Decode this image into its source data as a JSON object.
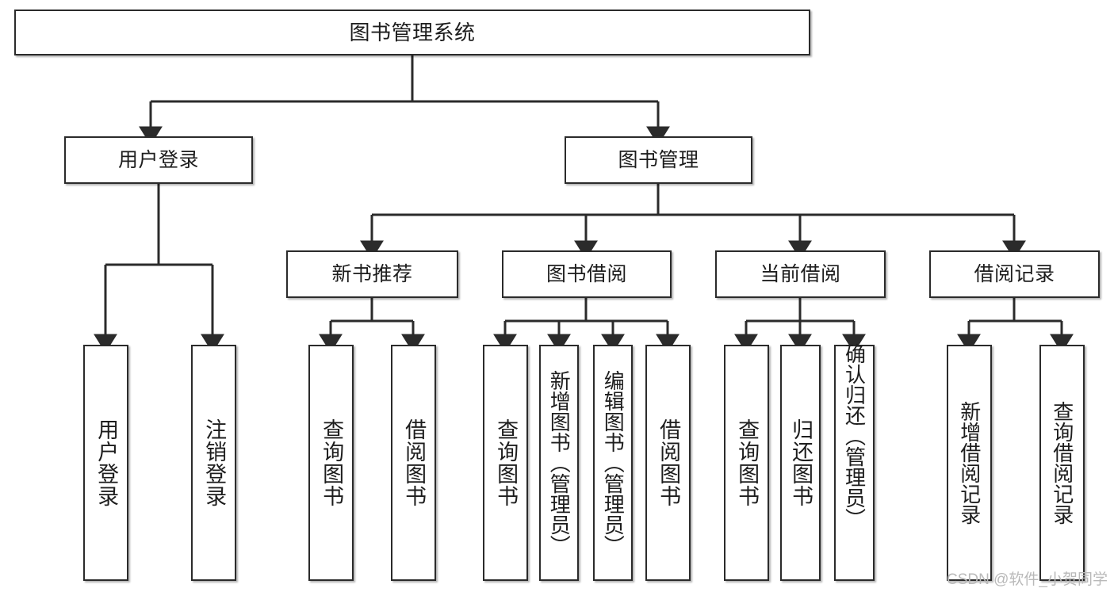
{
  "diagram": {
    "title": "图书管理系统",
    "type": "tree-hierarchy-chart",
    "background": "#ffffff",
    "line_color": "#2b2b2b",
    "box_border_color": "#2b2b2b",
    "text_color": "#1d1d1d"
  },
  "root": {
    "label": "图书管理系统"
  },
  "level2": {
    "user_login": "用户登录",
    "book_manage": "图书管理"
  },
  "level3": {
    "new_book_recommend": "新书推荐",
    "book_borrow": "图书借阅",
    "current_borrow": "当前借阅",
    "borrow_record": "借阅记录"
  },
  "leaves": {
    "user_login": [
      "用户登录",
      "注销登录"
    ],
    "new_book_recommend": [
      "查询图书",
      "借阅图书"
    ],
    "book_borrow": [
      "查询图书",
      "新增图书（管理员）",
      "编辑图书（管理员）",
      "借阅图书"
    ],
    "current_borrow": [
      "查询图书",
      "归还图书",
      "确认归还（管理员）"
    ],
    "borrow_record": [
      "新增借阅记录",
      "查询借阅记录"
    ]
  },
  "watermark": {
    "text": "CSDN @软件_小贺同学"
  }
}
